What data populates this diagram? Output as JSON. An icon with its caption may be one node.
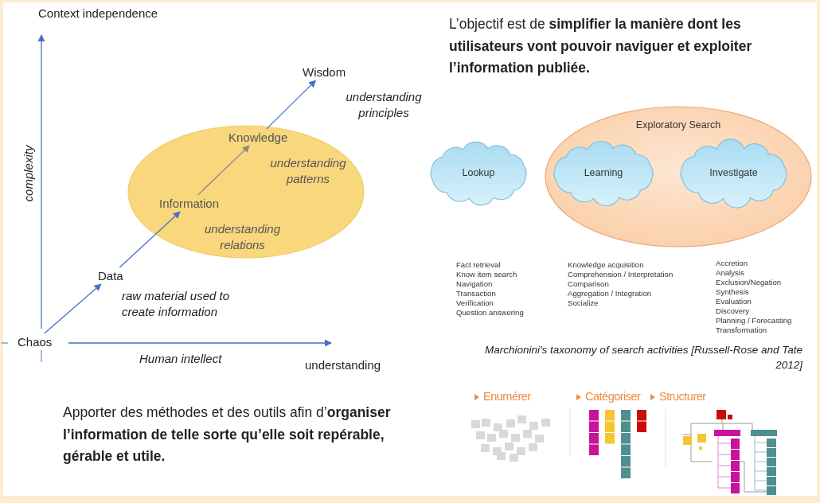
{
  "diagram": {
    "nodes": [
      {
        "text": [
          "Chaos"
        ]
      },
      {
        "text": [
          "Data"
        ],
        "beside": [
          "raw material used to create information"
        ]
      },
      {
        "text": [],
        "shape": "circle"
      },
      {
        "text": [
          "Information"
        ],
        "in": 2,
        "beside": [
          "understanding relations"
        ]
      },
      {
        "text": [
          "Knowledge"
        ],
        "in": 2,
        "beside": [
          "understanding patterns"
        ]
      },
      {
        "text": [
          "Wisdom"
        ],
        "beside": [
          "understanding principles"
        ]
      },
      {
        "text": [
          "Exploratory Search"
        ]
      },
      {
        "text": [
          "Lookup"
        ]
      },
      {
        "text": [
          "Learning"
        ],
        "in": 6
      },
      {
        "text": [
          "Investigate"
        ],
        "in": 6
      }
    ],
    "edges": [
      {
        "from": 0,
        "to": 1,
        "arrow": "to"
      },
      {
        "from": 1,
        "to": 3,
        "arrow": "to"
      },
      {
        "from": 3,
        "to": 4,
        "arrow": "to",
        "color": "#8a8a7c"
      },
      {
        "from": 4,
        "to": 5,
        "arrow": "to"
      }
    ],
    "labels": [
      "Context independence",
      "L’objectif est de **simplifier la manière dont les utilisateurs vont pouvoir naviguer et exploiter l’information publiée.**",
      "complexity",
      "Fact retrieval",
      "Know item search",
      "Navigation",
      "Transaction",
      "Verification",
      "Question answering",
      "Knowledge acquisition",
      "Comprehension / Interpretation",
      "Comparison",
      "Aggregation / Integration",
      "Socialize",
      "Accretion",
      "Analysis",
      "Exclusion/Negation",
      "Synthesis",
      "Evaluation",
      "Discovery",
      "Planning / Forecasting",
      "Transformation",
      "Human intellect",
      "understanding",
      "Marchionini's taxonomy of search activities [Russell-Rose and Tate 2012]",
      "Apporter des méthodes et des outils afin d’**organiser l’information de telle sorte qu’elle soit repérable, gérable et utile.**",
      "Enumérer",
      "Catégoriser",
      "Structurer"
    ]
  }
}
